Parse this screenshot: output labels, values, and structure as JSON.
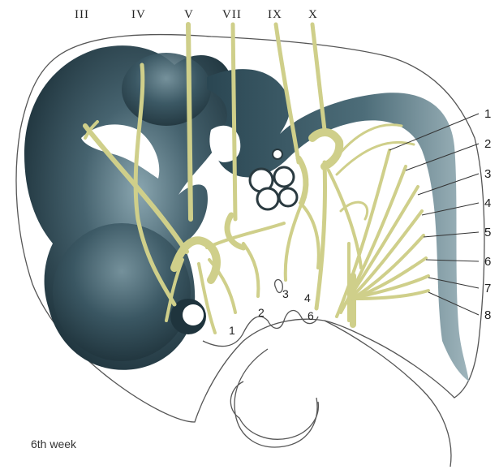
{
  "figure": {
    "cranial_nerve_labels": [
      "III",
      "IV",
      "V",
      "VII",
      "IX",
      "X"
    ],
    "spinal_nerve_labels": [
      "1",
      "2",
      "3",
      "4",
      "5",
      "6",
      "7",
      "8"
    ],
    "pharyngeal_arch_labels": [
      "1",
      "2",
      "3",
      "4",
      "6"
    ],
    "caption": "6th week",
    "colors": {
      "brain": "#2f4a57",
      "brain_highlight": "#7c98a2",
      "nerve": "#cfcf8a",
      "outline": "#555555",
      "background": "#ffffff"
    }
  }
}
